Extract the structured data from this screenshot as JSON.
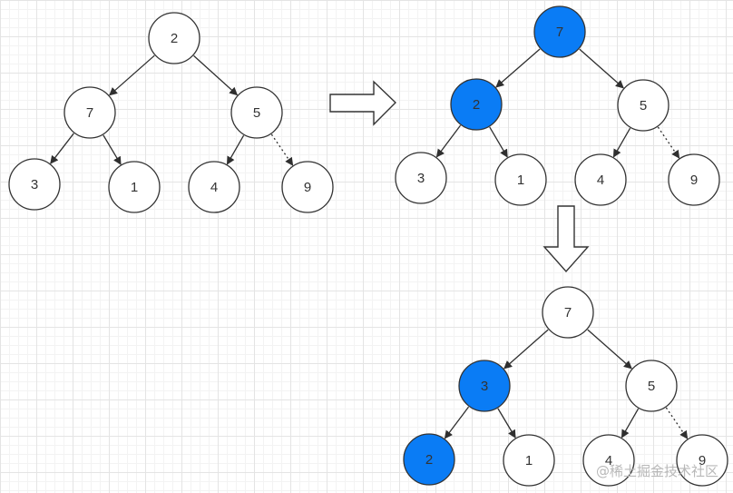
{
  "colors": {
    "node_fill": "#ffffff",
    "highlight_fill": "#0a7cf5",
    "stroke": "#333333",
    "edge": "#2f2f2f",
    "label": "#333333"
  },
  "trees": [
    {
      "id": "tree-initial",
      "nodes": [
        {
          "id": "a",
          "label": "2",
          "highlight": false
        },
        {
          "id": "b",
          "label": "7",
          "highlight": false
        },
        {
          "id": "c",
          "label": "5",
          "highlight": false
        },
        {
          "id": "d",
          "label": "3",
          "highlight": false
        },
        {
          "id": "e",
          "label": "1",
          "highlight": false
        },
        {
          "id": "f",
          "label": "4",
          "highlight": false
        },
        {
          "id": "g",
          "label": "9",
          "highlight": false
        }
      ],
      "edges": [
        {
          "from": "a",
          "to": "b",
          "style": "solid"
        },
        {
          "from": "a",
          "to": "c",
          "style": "solid"
        },
        {
          "from": "b",
          "to": "d",
          "style": "solid"
        },
        {
          "from": "b",
          "to": "e",
          "style": "solid"
        },
        {
          "from": "c",
          "to": "f",
          "style": "solid"
        },
        {
          "from": "c",
          "to": "g",
          "style": "dotted"
        }
      ]
    },
    {
      "id": "tree-step-1",
      "nodes": [
        {
          "id": "a",
          "label": "7",
          "highlight": true
        },
        {
          "id": "b",
          "label": "2",
          "highlight": true
        },
        {
          "id": "c",
          "label": "5",
          "highlight": false
        },
        {
          "id": "d",
          "label": "3",
          "highlight": false
        },
        {
          "id": "e",
          "label": "1",
          "highlight": false
        },
        {
          "id": "f",
          "label": "4",
          "highlight": false
        },
        {
          "id": "g",
          "label": "9",
          "highlight": false
        }
      ],
      "edges": [
        {
          "from": "a",
          "to": "b",
          "style": "solid"
        },
        {
          "from": "a",
          "to": "c",
          "style": "solid"
        },
        {
          "from": "b",
          "to": "d",
          "style": "solid"
        },
        {
          "from": "b",
          "to": "e",
          "style": "solid"
        },
        {
          "from": "c",
          "to": "f",
          "style": "solid"
        },
        {
          "from": "c",
          "to": "g",
          "style": "dotted"
        }
      ]
    },
    {
      "id": "tree-step-2",
      "nodes": [
        {
          "id": "a",
          "label": "7",
          "highlight": false
        },
        {
          "id": "b",
          "label": "3",
          "highlight": true
        },
        {
          "id": "c",
          "label": "5",
          "highlight": false
        },
        {
          "id": "d",
          "label": "2",
          "highlight": true
        },
        {
          "id": "e",
          "label": "1",
          "highlight": false
        },
        {
          "id": "f",
          "label": "4",
          "highlight": false
        },
        {
          "id": "g",
          "label": "9",
          "highlight": false
        }
      ],
      "edges": [
        {
          "from": "a",
          "to": "b",
          "style": "solid"
        },
        {
          "from": "a",
          "to": "c",
          "style": "solid"
        },
        {
          "from": "b",
          "to": "d",
          "style": "solid"
        },
        {
          "from": "b",
          "to": "e",
          "style": "solid"
        },
        {
          "from": "c",
          "to": "f",
          "style": "solid"
        },
        {
          "from": "c",
          "to": "g",
          "style": "dotted"
        }
      ]
    }
  ],
  "arrows": [
    {
      "id": "arrow-right",
      "direction": "right"
    },
    {
      "id": "arrow-down",
      "direction": "down"
    }
  ],
  "watermark": "@稀土掘金技术社区"
}
